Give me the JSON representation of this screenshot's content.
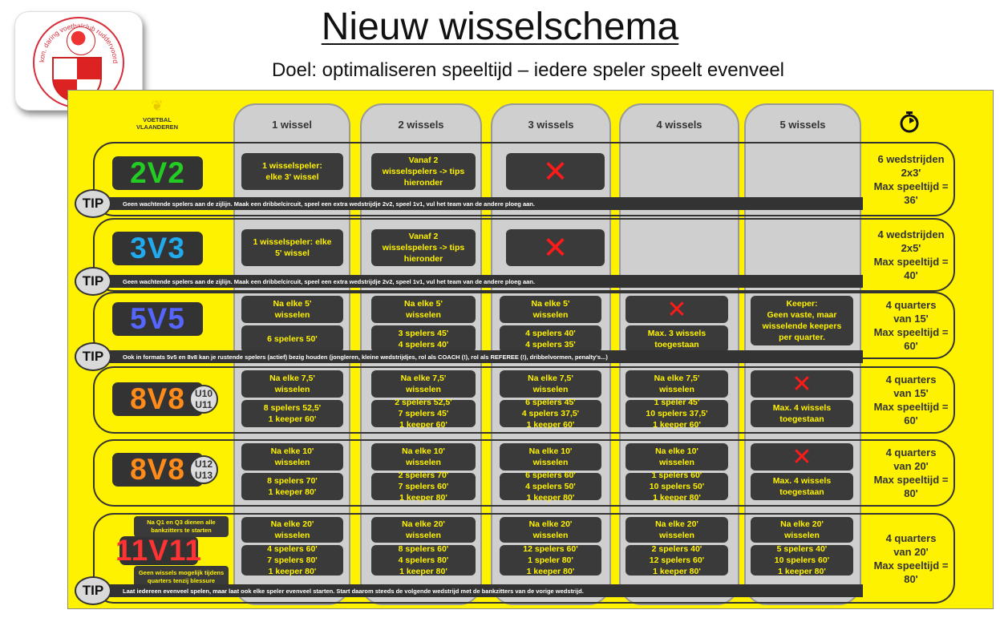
{
  "title": "Nieuw wisselschema",
  "subtitle": "Doel: optimaliseren speeltijd – iedere speler speelt evenveel",
  "logo": {
    "text": "kon. daring voetbalclub ruddervoorde",
    "colors": {
      "red": "#d82d3a",
      "white": "#ffffff"
    }
  },
  "vv": {
    "line1": "VOETBAL",
    "line2": "VLAANDEREN"
  },
  "columns": [
    "1 wissel",
    "2 wissels",
    "3 wissels",
    "4 wissels",
    "5 wissels"
  ],
  "timer_icon": "stopwatch-icon",
  "rows": [
    {
      "label": "2V2",
      "label_color": "#22cc22",
      "cells": [
        "1 wisselspeler:\nelke 3' wissel",
        "Vanaf 2\nwisselspelers -> tips\nhieronder",
        "cross-icon",
        "",
        ""
      ],
      "info": "6 wedstrijden\n2x3'\nMax speeltijd =\n36'"
    },
    {
      "label": "3V3",
      "label_color": "#22aaee",
      "cells": [
        "1 wisselspeler: elke\n5' wissel",
        "Vanaf 2\nwisselspelers -> tips\nhieronder",
        "cross-icon",
        "",
        ""
      ],
      "info": "4 wedstrijden\n2x5'\nMax speeltijd =\n40'"
    },
    {
      "label": "5V5",
      "label_color": "#5566ff",
      "cells": [
        [
          "Na elke 5'\nwisselen",
          "6 spelers 50'"
        ],
        [
          "Na elke 5'\nwisselen",
          "3 spelers 45'\n4 spelers 40'"
        ],
        [
          "Na elke 5'\nwisselen",
          "4 spelers 40'\n4 spelers 35'"
        ],
        [
          "cross-icon",
          "Max. 3 wissels\ntoegestaan"
        ],
        "Keeper:\nGeen vaste, maar\nwisselende keepers\nper quarter."
      ],
      "info": "4 quarters\nvan 15'\nMax speeltijd =\n60'"
    },
    {
      "label": "8V8",
      "label_color": "#ff8c1a",
      "age": [
        "U10",
        "U11"
      ],
      "cells": [
        [
          "Na elke 7,5'\nwisselen",
          "8 spelers 52,5'\n1 keeper 60'"
        ],
        [
          "Na elke 7,5'\nwisselen",
          "2 spelers 52,5'\n7 spelers 45'\n1 keeper 60'"
        ],
        [
          "Na elke 7,5'\nwisselen",
          "6 spelers 45'\n4 spelers 37,5'\n1 keeper 60'"
        ],
        [
          "Na elke 7,5'\nwisselen",
          "1 speler 45'\n10 spelers 37,5'\n1 keeper 60'"
        ],
        [
          "cross-icon",
          "Max. 4 wissels\ntoegestaan"
        ]
      ],
      "info": "4 quarters\nvan 15'\nMax speeltijd =\n60'"
    },
    {
      "label": "8V8",
      "label_color": "#ff8c1a",
      "age": [
        "U12",
        "U13"
      ],
      "cells": [
        [
          "Na elke 10'\nwisselen",
          "8 spelers 70'\n1 keeper 80'"
        ],
        [
          "Na elke 10'\nwisselen",
          "2 spelers 70'\n7 spelers 60'\n1 keeper 80'"
        ],
        [
          "Na elke 10'\nwisselen",
          "6 spelers 60'\n4 spelers 50'\n1 keeper 80'"
        ],
        [
          "Na elke 10'\nwisselen",
          "1 spelers 60'\n10 spelers 50'\n1 keeper 80'"
        ],
        [
          "cross-icon",
          "Max. 4 wissels\ntoegestaan"
        ]
      ],
      "info": "4 quarters\nvan 20'\nMax speeltijd =\n80'"
    },
    {
      "label": "11V11",
      "label_color": "#ff3333",
      "notes": [
        "Na Q1 en Q3 dienen alle\nbankzitters te starten",
        "Geen wissels mogelijk tijdens\nquarters tenzij blessure"
      ],
      "cells": [
        [
          "Na elke 20'\nwisselen",
          "4 spelers 60'\n7 spelers 80'\n1 keeper 80'"
        ],
        [
          "Na elke 20'\nwisselen",
          "8 spelers 60'\n4 spelers 80'\n1 keeper 80'"
        ],
        [
          "Na elke 20'\nwisselen",
          "12 spelers 60'\n1 speler 80'\n1 keeper 80'"
        ],
        [
          "Na elke 20'\nwisselen",
          "2 spelers 40'\n12 spelers 60'\n1 keeper 80'"
        ],
        [
          "Na elke 20'\nwisselen",
          "5 spelers 40'\n10 spelers 60'\n1 keeper 80'"
        ]
      ],
      "info": "4 quarters\nvan 20'\nMax speeltijd =\n80'"
    }
  ],
  "tips": [
    {
      "badge": "TIP",
      "text": "Geen wachtende spelers aan de zijlijn. Maak een dribbelcircuit, speel een extra wedstrijdje 2v2, speel 1v1, vul het team van de andere ploeg aan."
    },
    {
      "badge": "TIP",
      "text": "Geen wachtende spelers aan de zijlijn. Maak een dribbelcircuit, speel een extra wedstrijdje 2v2, speel 1v1, vul het team van de andere ploeg aan."
    },
    {
      "badge": "TIP",
      "text": "Ook in formats 5v5 en 8v8 kan je rustende spelers (actief) bezig houden (jongleren, kleine wedstrijdjes, rol als COACH (!), rol als REFEREE (!), dribbelvormen, penalty's...)"
    },
    {
      "badge": "TIP",
      "text": "Laat iedereen evenveel spelen, maar laat ook elke speler evenveel starten. Start daarom steeds de volgende wedstrijd met de bankzitters van de vorige wedstrijd."
    }
  ]
}
